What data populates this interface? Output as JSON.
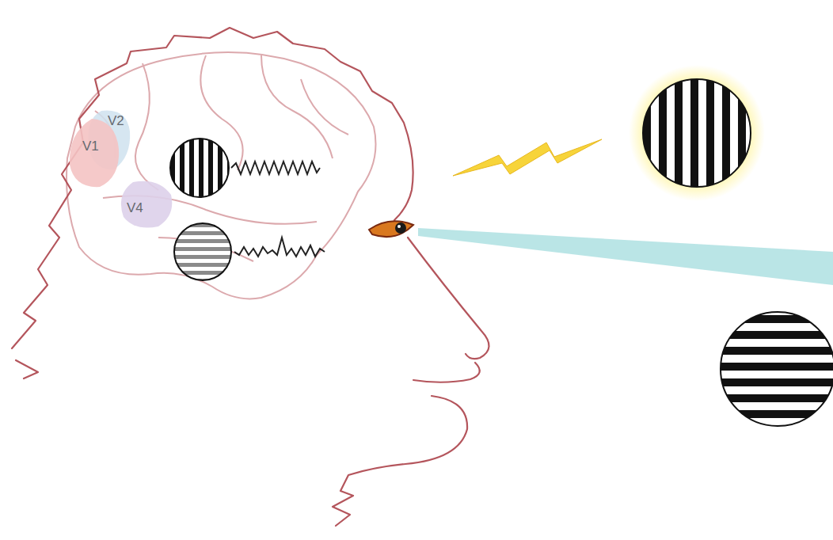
{
  "diagram": {
    "nodes": [
      {
        "text": [
          "V2"
        ]
      },
      {
        "text": [
          "V1"
        ]
      },
      {
        "text": [
          "V4"
        ]
      }
    ]
  }
}
